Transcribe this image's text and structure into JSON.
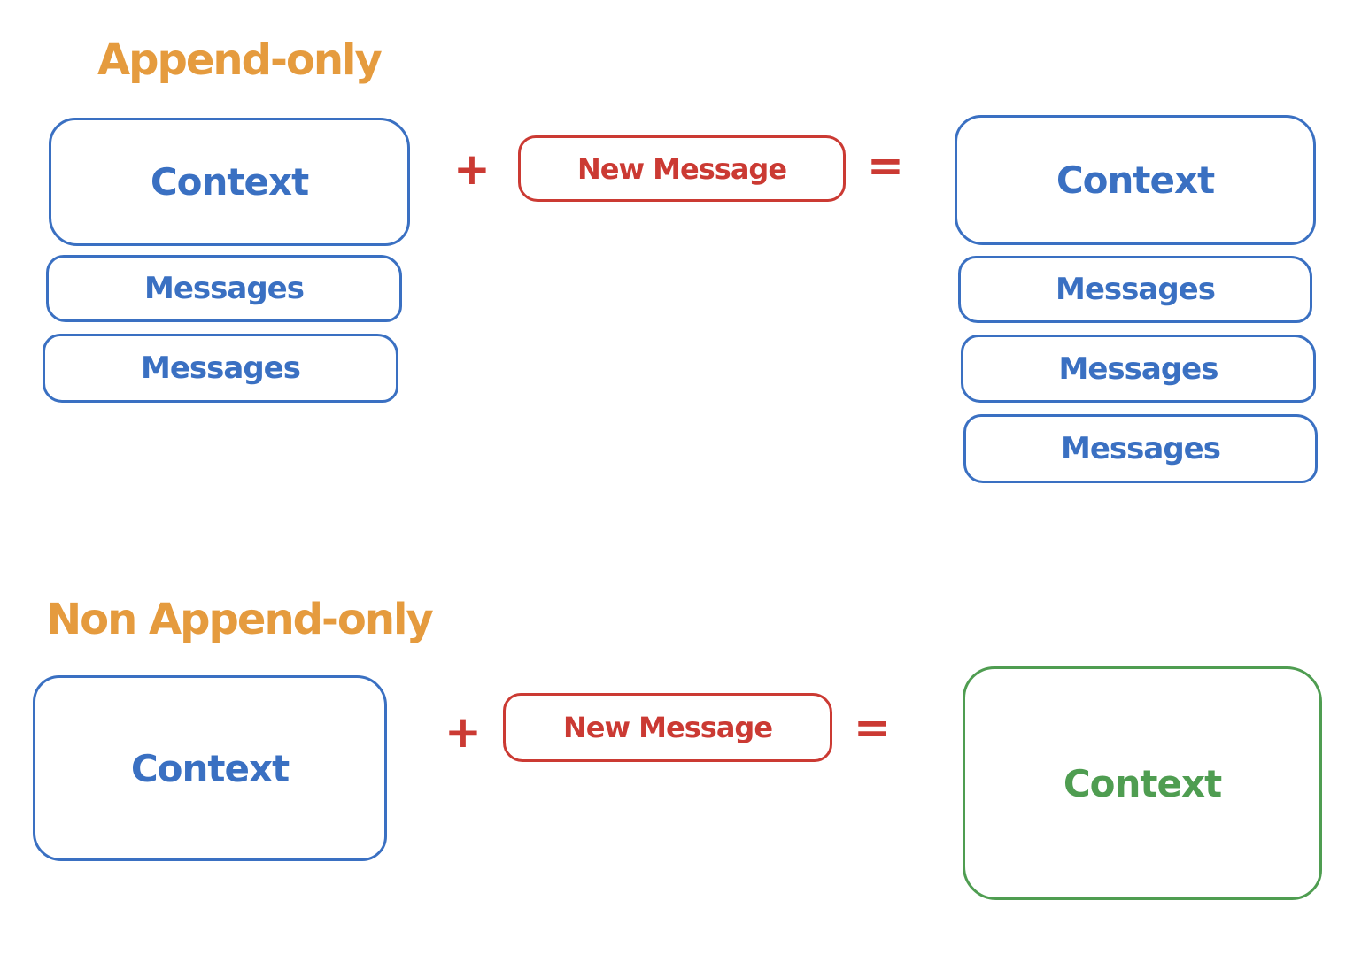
{
  "colors": {
    "blue": "#3a70c2",
    "orange": "#e59b3e",
    "red": "#cb3a33",
    "green": "#4f9d51"
  },
  "sections": [
    {
      "title": "Append-only",
      "left": {
        "context_label": "Context",
        "messages": [
          "Messages",
          "Messages"
        ]
      },
      "operator_plus": "+",
      "new_message_label": "New Message",
      "operator_equals": "=",
      "right": {
        "context_label": "Context",
        "messages": [
          "Messages",
          "Messages",
          "Messages"
        ]
      }
    },
    {
      "title": "Non Append-only",
      "left": {
        "context_label": "Context"
      },
      "operator_plus": "+",
      "new_message_label": "New Message",
      "operator_equals": "=",
      "right": {
        "context_label": "Context"
      }
    }
  ]
}
